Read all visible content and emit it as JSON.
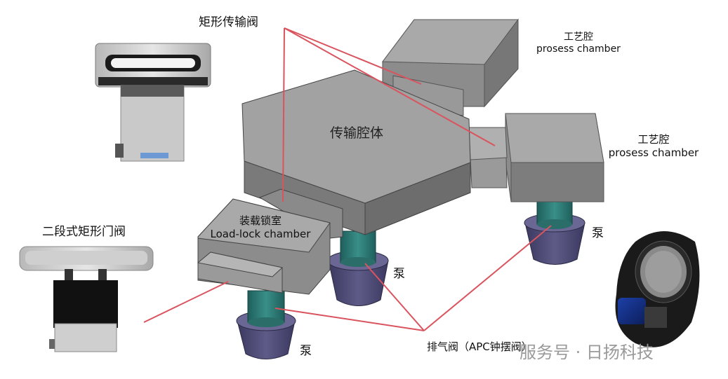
{
  "labels": {
    "rect_transfer_valve": "矩形传输阀",
    "process_chamber_1_cn": "工艺腔",
    "process_chamber_1_en": "prosess chamber",
    "process_chamber_2_cn": "工艺腔",
    "process_chamber_2_en": "prosess chamber",
    "transfer_chamber_body": "传输腔体",
    "loadlock_cn": "装载锁室",
    "loadlock_en": "Load-lock chamber",
    "two_stage_valve": "二段式矩形门阀",
    "pump_1": "泵",
    "pump_2": "泵",
    "pump_3": "泵",
    "exhaust_valve": "排气阀（APC钟摆阀）"
  },
  "watermark": {
    "text": "服务号 · 日扬科技"
  },
  "colors": {
    "leader_line": "#d9545e",
    "chamber_top": "#a3a3a3",
    "chamber_side": "#8a8a8a",
    "pump_pipe": "#2f7f7a",
    "pump_base": "#4a4870"
  }
}
